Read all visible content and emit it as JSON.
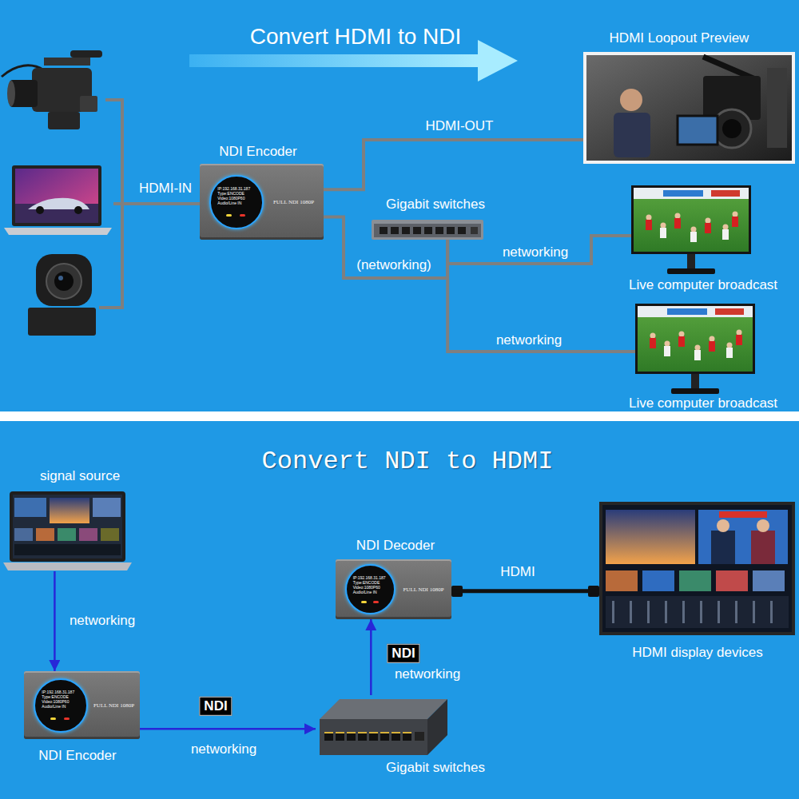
{
  "diagram": {
    "nodes": [
      {
        "text": [
          "NDI Encoder",
          "IP:192.168.31.187 Type:ENCODE Video:1080P60 Audio/Line IN",
          "FULL NDI 1080P"
        ]
      },
      {
        "text": [
          "HDMI Loopout Preview"
        ]
      },
      {
        "text": [
          "Gigabit switches"
        ]
      },
      {
        "text": [
          "Live computer broadcast"
        ]
      },
      {
        "text": [
          "Live computer broadcast"
        ]
      },
      {
        "text": [
          "signal source"
        ]
      },
      {
        "text": [
          "NDI Encoder",
          "IP:192.168.31.187 Type:ENCODE Video:1080P60 Audio/Line IN",
          "FULL NDI 1080P"
        ]
      },
      {
        "text": [
          "Gigabit switches"
        ]
      },
      {
        "text": [
          "NDI Decoder",
          "IP:192.168.31.187 Type:ENCODE Video:1080P60 Audio/Line IN",
          "FULL NDI 1080P"
        ]
      },
      {
        "text": [
          "HDMI display devices"
        ]
      }
    ],
    "edges": [
      {
        "from": 0,
        "to": 1,
        "label": "HDMI-OUT",
        "arrow": "none"
      },
      {
        "from": 0,
        "to": 2,
        "label": "(networking)",
        "arrow": "none"
      },
      {
        "from": 2,
        "to": 3,
        "label": "networking",
        "arrow": "none"
      },
      {
        "from": 2,
        "to": 4,
        "label": "networking",
        "arrow": "none"
      },
      {
        "from": 5,
        "to": 6,
        "label": "networking",
        "arrow": "to"
      },
      {
        "from": 6,
        "to": 7,
        "label": "networking",
        "arrow": "to"
      },
      {
        "from": 7,
        "to": 8,
        "label": "networking",
        "arrow": "to"
      },
      {
        "from": 8,
        "to": 9,
        "label": "HDMI",
        "arrow": "none"
      }
    ],
    "labels": [
      "Convert HDMI to NDI",
      "HDMI-IN",
      "Convert NDI to HDMI",
      "NDI",
      "NDI"
    ]
  }
}
